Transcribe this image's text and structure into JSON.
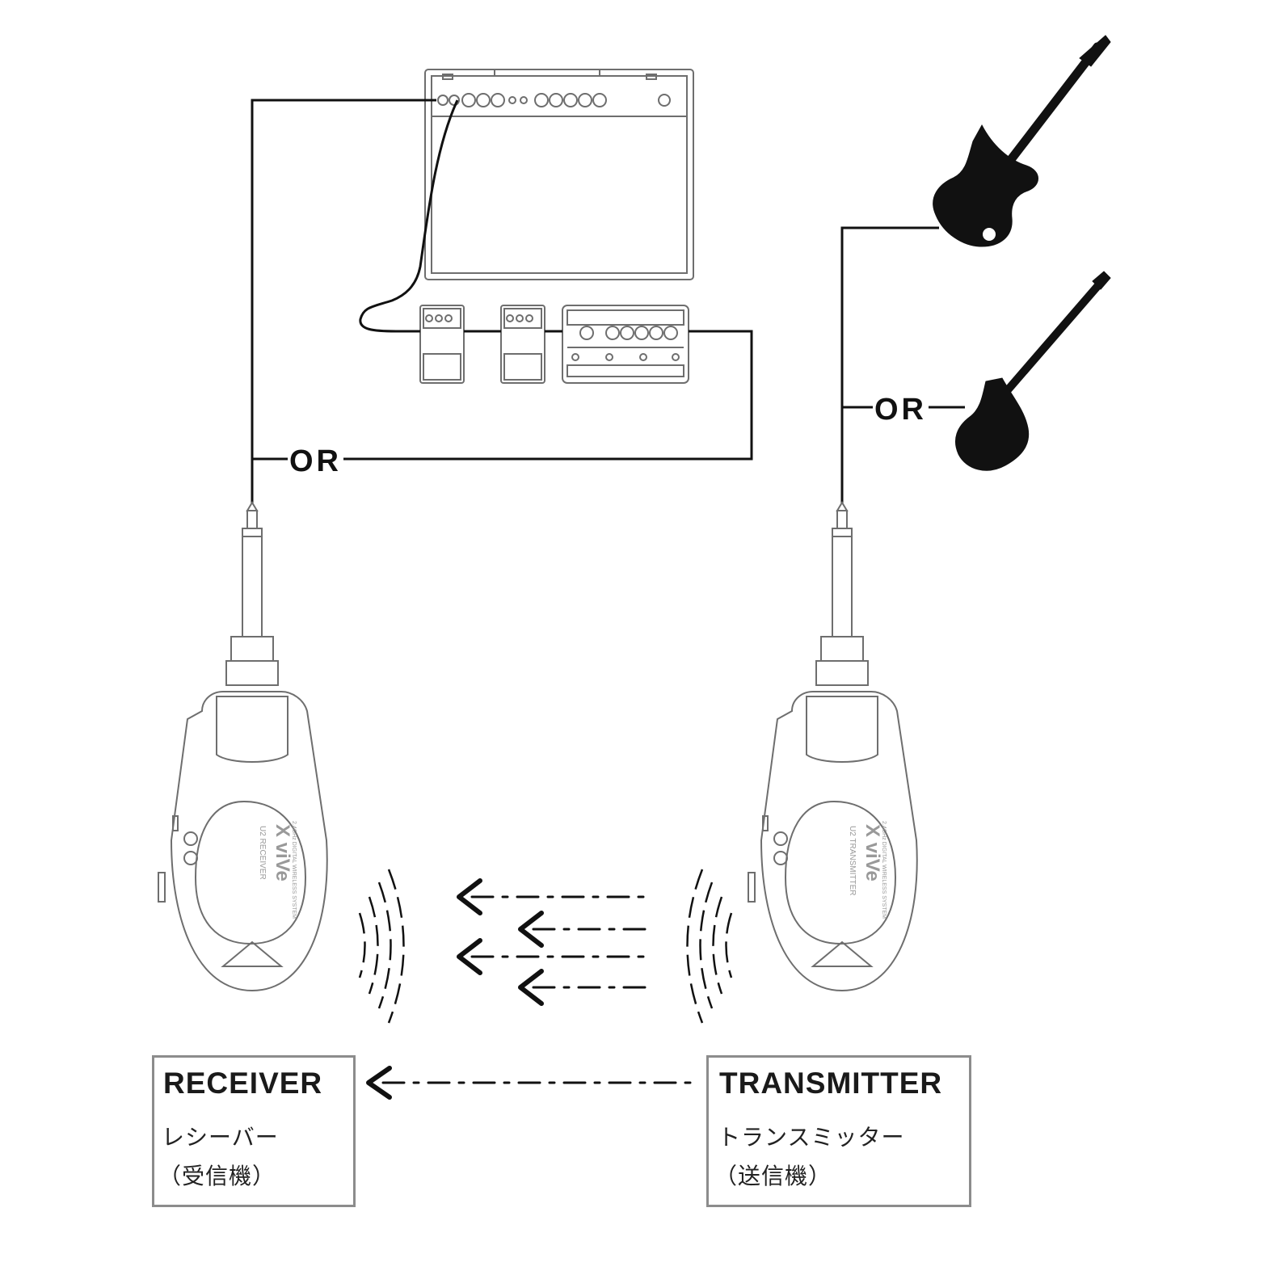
{
  "connector_labels": {
    "amp_or": "OR",
    "guitar_or": "OR"
  },
  "receiver_unit": {
    "logo": "X viVe",
    "model": "U2 RECEIVER",
    "system": "2.4GHz DIGITAL WIRELESS SYSTEM"
  },
  "transmitter_unit": {
    "logo": "X viVe",
    "model": "U2 TRANSMITTER",
    "system": "2.4GHz DIGITAL WIRELESS SYSTEM"
  },
  "receiver_box": {
    "title": "RECEIVER",
    "jp_name": "レシーバー",
    "jp_desc": "（受信機）"
  },
  "transmitter_box": {
    "title": "TRANSMITTER",
    "jp_name": "トランスミッター",
    "jp_desc": "（送信機）"
  },
  "colors": {
    "line": "#111111",
    "outline_gray": "#8c8c8c",
    "device_stroke": "#6e6e6e"
  }
}
